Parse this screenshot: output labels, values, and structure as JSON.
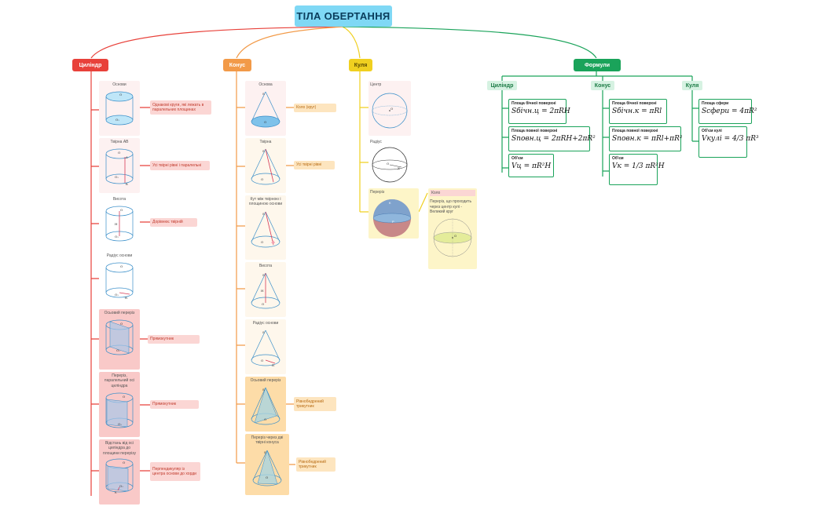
{
  "title": "ТІЛА ОБЕРТАННЯ",
  "branches": {
    "cylinder": "Циліндр",
    "cone": "Конус",
    "sphere": "Куля",
    "formulas": "Формули"
  },
  "colors": {
    "root": "#7fd8f5",
    "cylinder": "#e8413a",
    "cone": "#f29a48",
    "sphere": "#f0d020",
    "formulas": "#1aa35a"
  },
  "cylinder": {
    "items": [
      {
        "caption": "Основи",
        "note": "Однакові круги, які лежать в паралельних площинах"
      },
      {
        "caption": "Твірна AB",
        "note": "Усі твірні рівні і паралельні"
      },
      {
        "caption": "Висота",
        "note": "Дорівнює твірній"
      },
      {
        "caption": "Радіус основи",
        "note": ""
      },
      {
        "caption": "Осьовий переріз",
        "note": "Прямокутник"
      },
      {
        "caption": "Переріз, паралельний осі циліндра",
        "note": "Прямокутник"
      },
      {
        "caption": "Відстань від осі циліндра до площини перерізу",
        "note": "Перпендикуляр із центра основи до хорди"
      }
    ]
  },
  "cone": {
    "items": [
      {
        "caption": "Основа",
        "note": "Коло (круг)"
      },
      {
        "caption": "Твірна",
        "note": "Усі твірні рівні"
      },
      {
        "caption": "Кут між твірною і площиною основи",
        "note": ""
      },
      {
        "caption": "Висота",
        "note": ""
      },
      {
        "caption": "Радіус основи",
        "note": ""
      },
      {
        "caption": "Осьовий переріз",
        "note": "Рівнобедрений трикутник"
      },
      {
        "caption": "Переріз через дві твірні конуса",
        "note": "Рівнобедрений трикутник"
      }
    ]
  },
  "sphere": {
    "items": [
      {
        "caption": "Центр"
      },
      {
        "caption": "Радіус"
      },
      {
        "caption": "Переріз"
      }
    ],
    "circle": {
      "title": "Коло",
      "text": "Переріз, що проходить через центр кулі - Великий круг"
    }
  },
  "formulas": {
    "cylinder": {
      "title": "Циліндр",
      "items": [
        {
          "label": "Площа бічної поверхні",
          "formula": "Sбічн.ц = 2πRH"
        },
        {
          "label": "Площа повної поверхні",
          "formula": "Sповн.ц = 2πRH+2πR²"
        },
        {
          "label": "Об'єм",
          "formula": "Vц = πR²H"
        }
      ]
    },
    "cone": {
      "title": "Конус",
      "items": [
        {
          "label": "Площа бічної поверхні",
          "formula": "Sбічн.к = πRl"
        },
        {
          "label": "Площа повної поверхні",
          "formula": "Sповн.к = πRl+πR²"
        },
        {
          "label": "Об'єм",
          "formula": "Vк = 1/3 πR²H"
        }
      ]
    },
    "sphere": {
      "title": "Куля",
      "items": [
        {
          "label": "Площа сфери",
          "formula": "Sсфери = 4πR²"
        },
        {
          "label": "Об'єм кулі",
          "formula": "Vкулі = 4/3 πR³"
        }
      ]
    }
  }
}
